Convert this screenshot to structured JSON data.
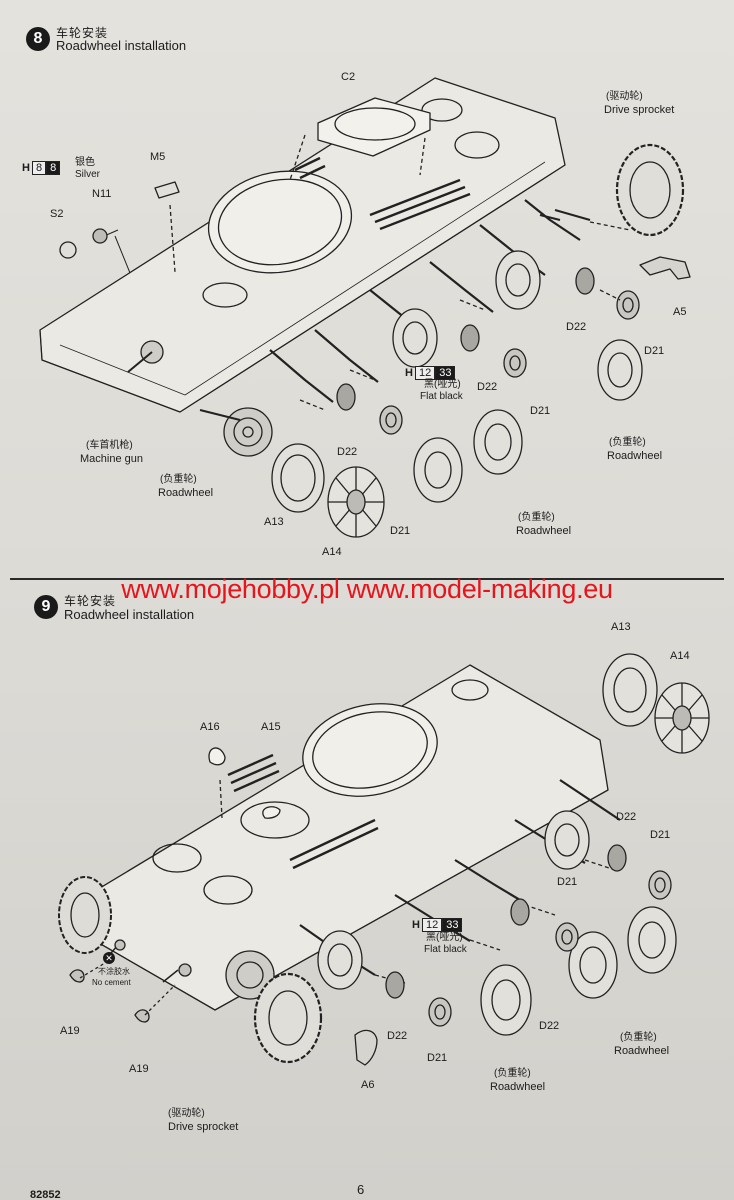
{
  "step8": {
    "number": "8",
    "title_cn": "车轮安装",
    "title_en": "Roadwheel installation",
    "labels": {
      "c2": "C2",
      "m5": "M5",
      "s2": "S2",
      "n11": "N11",
      "a5": "A5",
      "a13": "A13",
      "a14": "A14",
      "d22_a": "D22",
      "d22_b": "D22",
      "d22_c": "D22",
      "d21_a": "D21",
      "d21_b": "D21",
      "d21_c": "D21"
    },
    "silver": {
      "h": "H",
      "c1": "8",
      "c2": "8",
      "cn": "银色",
      "en": "Silver"
    },
    "black": {
      "h": "H",
      "c1": "12",
      "c2": "33",
      "cn": "黑(哑光)",
      "en": "Flat black"
    },
    "drive_sprocket": {
      "cn": "(驱动轮)",
      "en": "Drive sprocket"
    },
    "machine_gun": {
      "cn": "(车首机枪)",
      "en": "Machine gun"
    },
    "roadwheel_left": {
      "cn": "(负重轮)",
      "en": "Roadwheel"
    },
    "roadwheel_mid": {
      "cn": "(负重轮)",
      "en": "Roadwheel"
    },
    "roadwheel_right": {
      "cn": "(负重轮)",
      "en": "Roadwheel"
    }
  },
  "watermark": "www.mojehobby.pl www.model-making.eu",
  "step9": {
    "number": "9",
    "title_cn": "车轮安装",
    "title_en": "Roadwheel installation",
    "labels": {
      "a13": "A13",
      "a14": "A14",
      "a15": "A15",
      "a16": "A16",
      "a19_a": "A19",
      "a19_b": "A19",
      "a6": "A6",
      "d22_a": "D22",
      "d22_b": "D22",
      "d22_c": "D22",
      "d21_a": "D21",
      "d21_b": "D21",
      "d21_c": "D21"
    },
    "black": {
      "h": "H",
      "c1": "12",
      "c2": "33",
      "cn": "黑(哑光)",
      "en": "Flat black"
    },
    "no_cement": {
      "cn": "不涂胶水",
      "en": "No cement"
    },
    "drive_sprocket": {
      "cn": "(驱动轮)",
      "en": "Drive sprocket"
    },
    "roadwheel_mid": {
      "cn": "(负重轮)",
      "en": "Roadwheel"
    },
    "roadwheel_right": {
      "cn": "(负重轮)",
      "en": "Roadwheel"
    }
  },
  "footer": {
    "page_number": "6",
    "code": "82852"
  }
}
